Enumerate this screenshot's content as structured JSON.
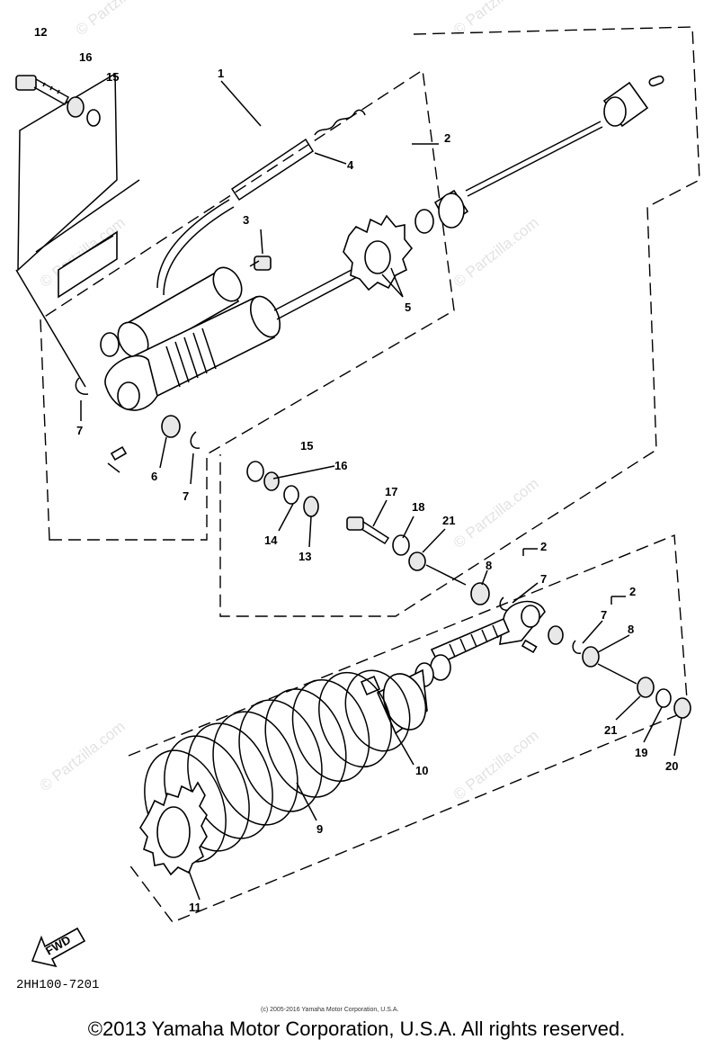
{
  "watermark": "© Partzilla.com",
  "callouts": [
    "12",
    "16",
    "15",
    "1",
    "2",
    "4",
    "3",
    "5",
    "7",
    "6",
    "7",
    "15",
    "16",
    "14",
    "13",
    "17",
    "18",
    "21",
    "8",
    "2",
    "7",
    "2",
    "7",
    "8",
    "21",
    "19",
    "20",
    "10",
    "9",
    "11"
  ],
  "fwd_label": "FWD",
  "drawing_code": "2HH100-7201",
  "small_copyright": "(c) 2005-2016 Yamaha Motor Corporation, U.S.A.",
  "copyright": "©2013 Yamaha Motor Corporation, U.S.A. All rights reserved."
}
